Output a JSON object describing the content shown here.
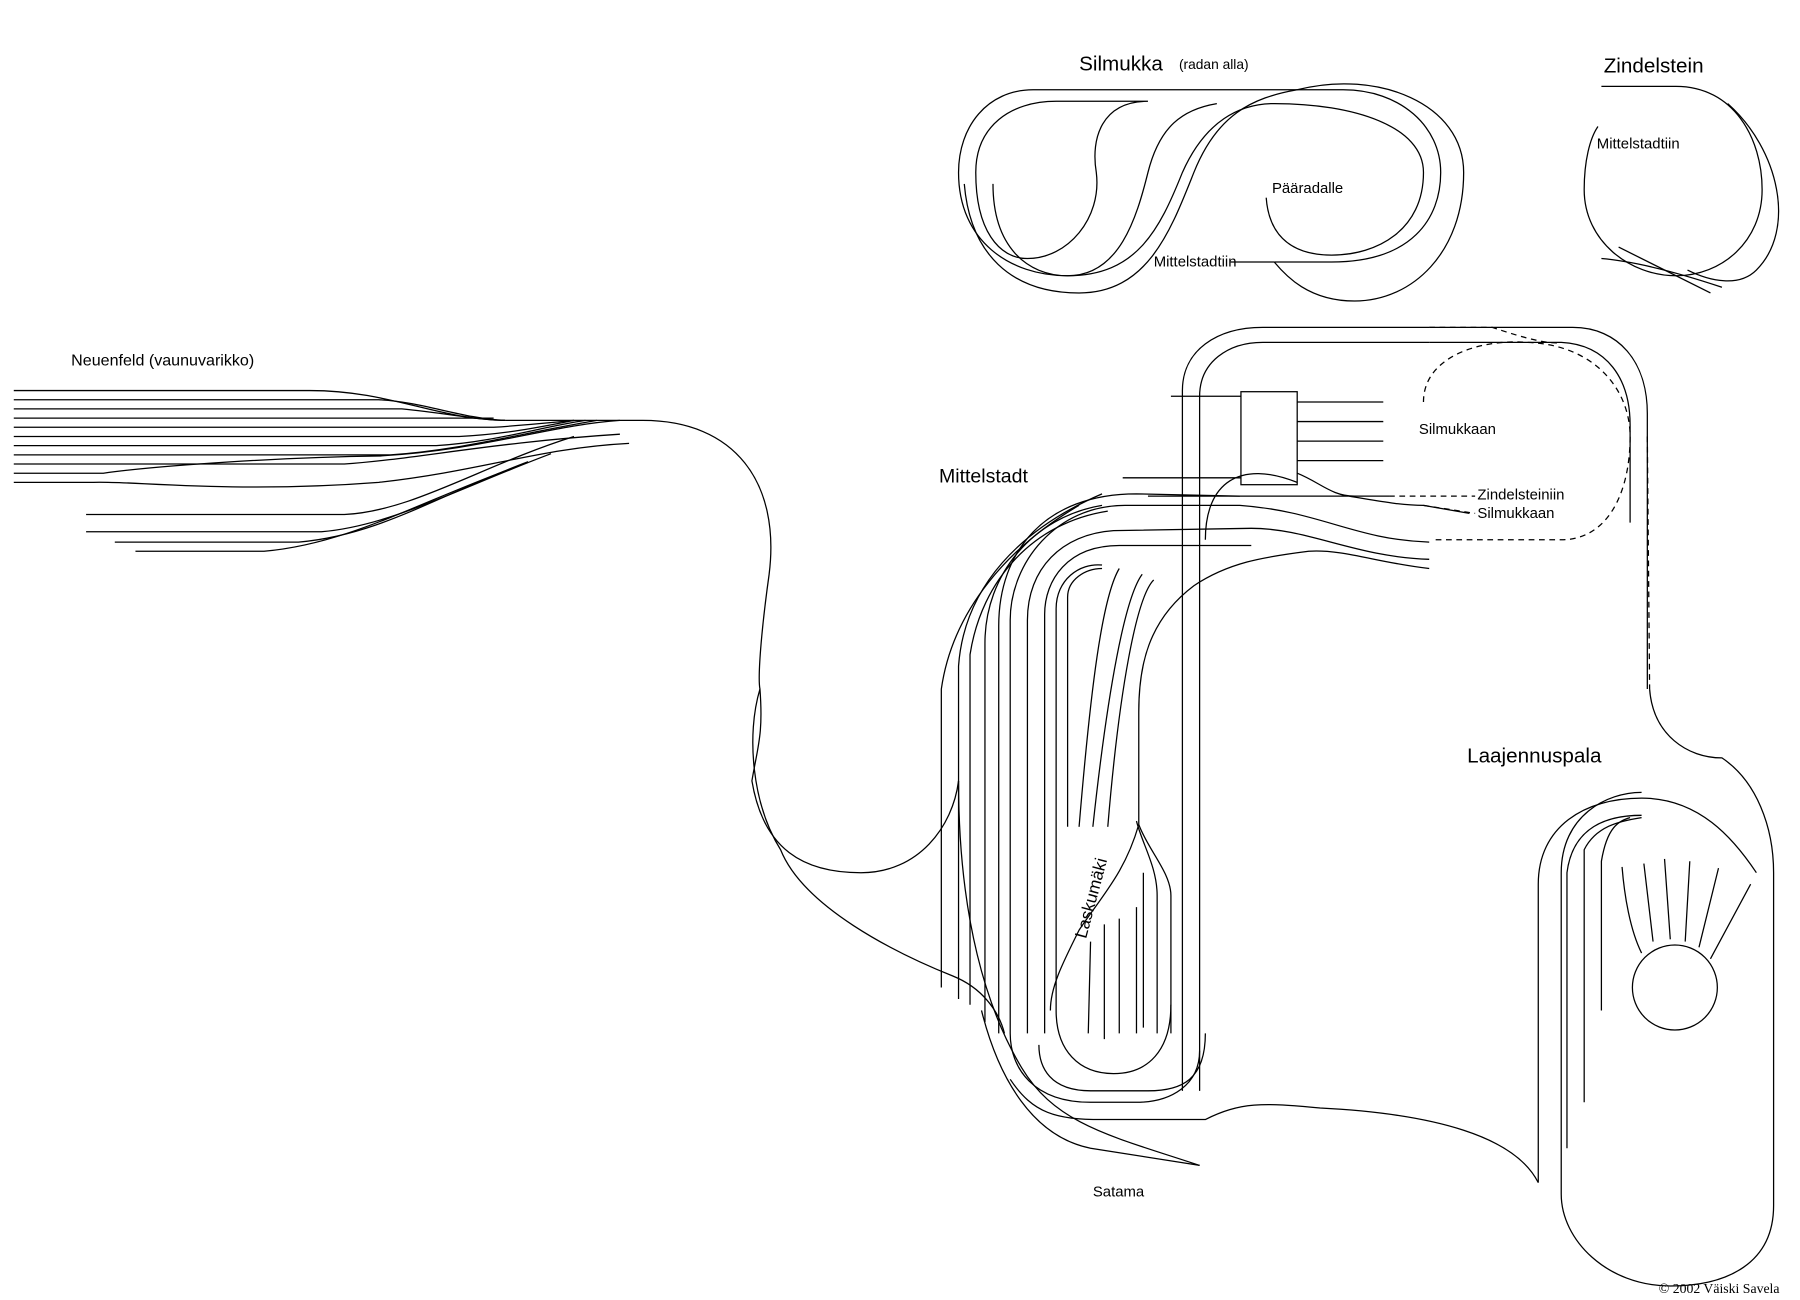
{
  "labels": {
    "silmukka": "Silmukka",
    "silmukka_note": "(radan alla)",
    "zindelstein": "Zindelstein",
    "zindel_mittelstadtiin": "Mittelstadtiin",
    "paaradalle": "Pääradalle",
    "silmukka_mittelstadtiin": "Mittelstadtiin",
    "neuenfeld": "Neuenfeld (vaunuvarikko)",
    "mittelstadt": "Mittelstadt",
    "silmukkaan_1": "Silmukkaan",
    "zindelsteiniin": "Zindelsteiniin",
    "silmukkaan_2": "Silmukkaan",
    "laajennuspala": "Laajennuspala",
    "laskumaki": "Laskumäki",
    "satama": "Satama"
  },
  "copyright": "© 2002 Väiski Savela"
}
